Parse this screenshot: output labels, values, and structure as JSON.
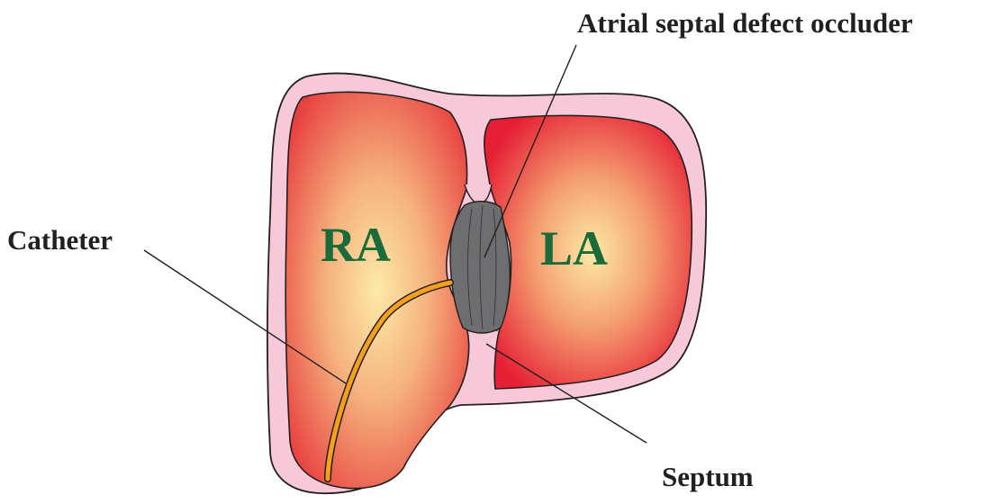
{
  "labels": {
    "occluder": "Atrial septal defect occluder",
    "catheter": "Catheter",
    "septum": "Septum",
    "right_atrium": "RA",
    "left_atrium": "LA"
  },
  "colors": {
    "pericardium": "#f7c9d8",
    "outline": "#231f20",
    "chamber_center": "#fde9a6",
    "chamber_mid": "#f2975e",
    "chamber_edge": "#e8343f",
    "occluder": "#6d6e70",
    "occluder_line": "#231f20",
    "catheter": "#f5a01a",
    "chamber_label": "#1a6b3a"
  }
}
